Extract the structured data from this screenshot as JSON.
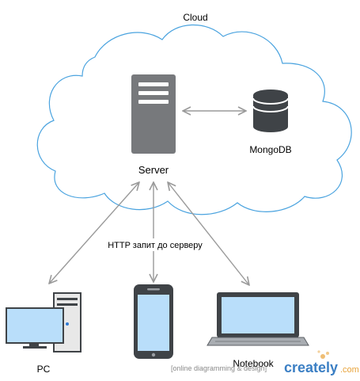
{
  "cloud": {
    "label": "Cloud",
    "color": "#4aa3df"
  },
  "nodes": {
    "server": {
      "label": "Server",
      "icon": "server-icon"
    },
    "database": {
      "label": "MongoDB",
      "icon": "database-icon"
    },
    "pc": {
      "label": "PC",
      "icon": "desktop-pc-icon"
    },
    "phone": {
      "label": "",
      "icon": "smartphone-icon"
    },
    "notebook": {
      "label": "Notebook",
      "icon": "laptop-icon"
    }
  },
  "edges": {
    "request_label": "HTTP запит до серверу",
    "color": "#9a9a9a"
  },
  "watermark": {
    "text": "[online diagramming & design]",
    "brand": "creately",
    "suffix": ".com",
    "brand_color": "#3b7fc4",
    "suffix_color": "#e8a33a"
  },
  "colors": {
    "server_body": "#77797c",
    "device_screen": "#b9defa",
    "dark_device": "#3f4347"
  }
}
